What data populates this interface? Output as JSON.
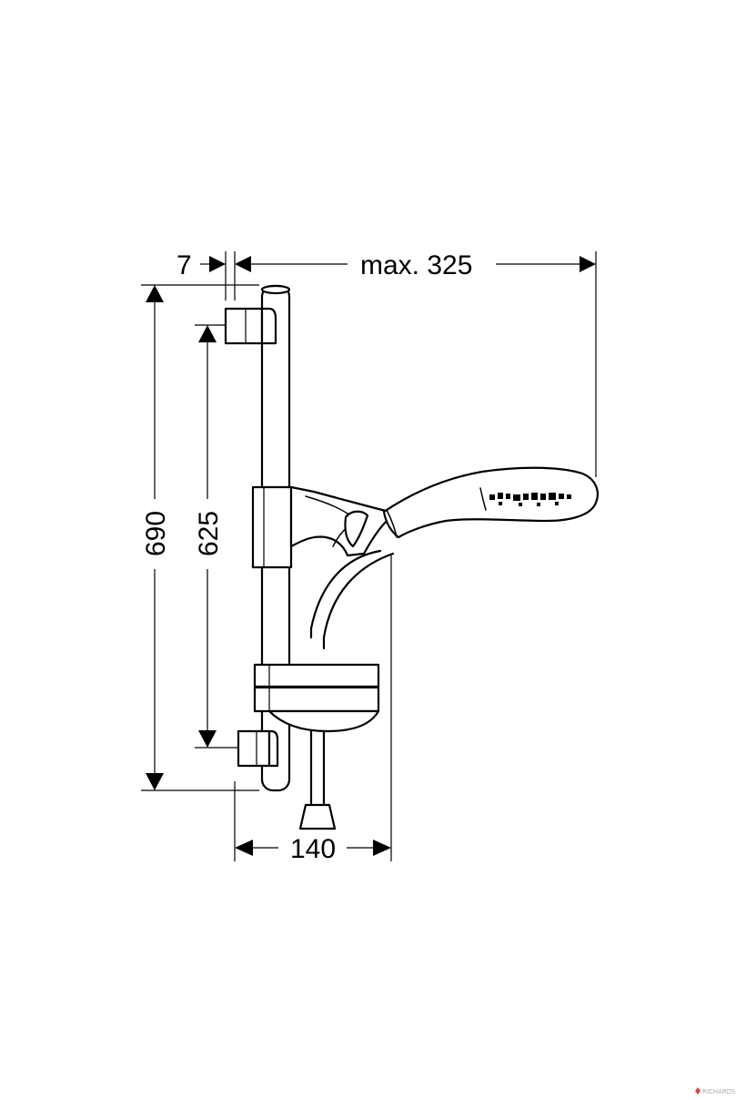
{
  "dimensions": {
    "offset": "7",
    "max_reach": "max. 325",
    "total_height": "690",
    "bracket_spacing": "625",
    "width": "140"
  },
  "watermark": "RICHARDSON"
}
